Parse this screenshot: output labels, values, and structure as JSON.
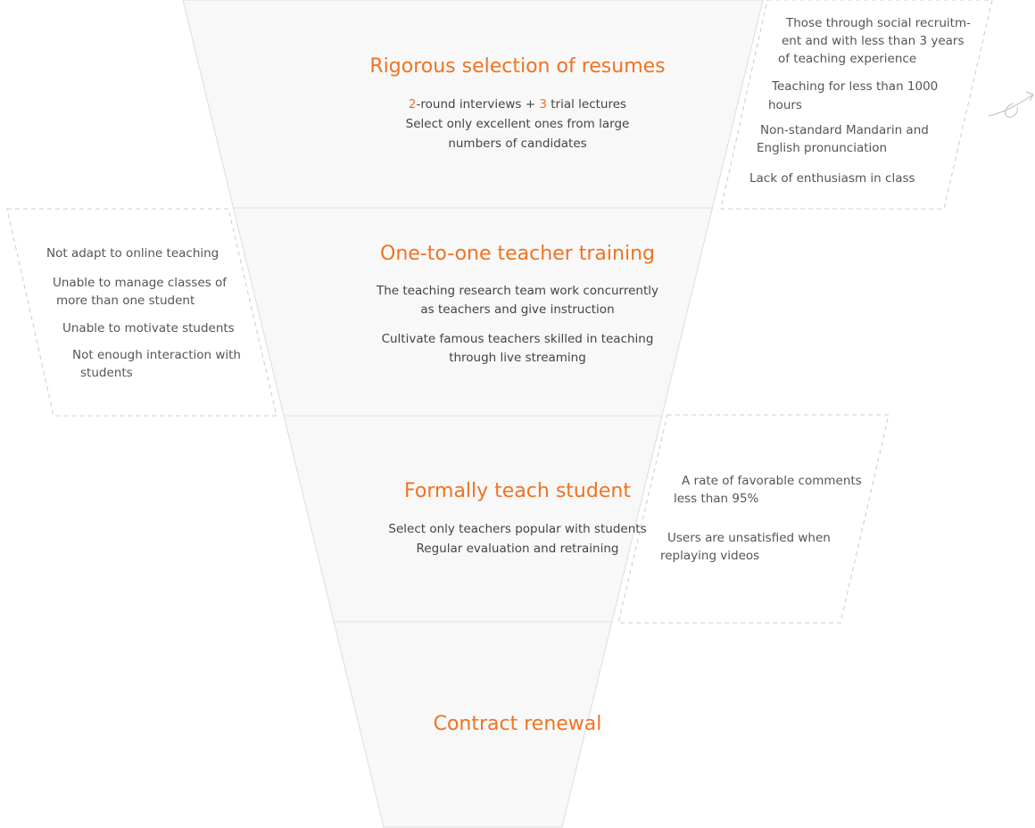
{
  "colors": {
    "accent": "#f07322",
    "text": "#444444",
    "funnel_fill": "#f8f8f8",
    "funnel_stroke": "#dddddd",
    "note_border": "#cccccc"
  },
  "stages": [
    {
      "title": "Rigorous selection of resumes",
      "line1": {
        "n1": "2",
        "t1": "-round interviews + ",
        "n2": "3",
        "t2": " trial lectures"
      },
      "line2": "Select only excellent ones from large",
      "line3": "numbers of candidates"
    },
    {
      "title": "One-to-one teacher training",
      "line1": "The teaching research team work concurrently",
      "line2": "as teachers and give instruction",
      "line3": "Cultivate famous teachers skilled in teaching",
      "line4": "through live streaming"
    },
    {
      "title": "Formally teach student",
      "line1": "Select only teachers popular with students",
      "line2": "Regular evaluation and retraining"
    },
    {
      "title": "Contract renewal"
    }
  ],
  "notes_top_right": [
    [
      "Those through social recruitm-",
      "ent and with less than 3 years",
      "of  teaching experience"
    ],
    [
      "Teaching for less than 1000",
      "hours"
    ],
    [
      "Non-standard Mandarin and",
      "English pronunciation"
    ],
    [
      "Lack of enthusiasm in class"
    ]
  ],
  "notes_left": [
    [
      "Not adapt to online teaching"
    ],
    [
      "Unable to manage classes of",
      "more than one student"
    ],
    [
      "Unable to motivate students"
    ],
    [
      "Not enough interaction with",
      "students"
    ]
  ],
  "notes_bottom_right": [
    [
      "A rate of favorable comments",
      "less than 95%"
    ],
    [
      "Users are unsatisfied when",
      "replaying videos"
    ]
  ],
  "icons": {
    "exit_arrow": "curved-arrow-icon"
  }
}
